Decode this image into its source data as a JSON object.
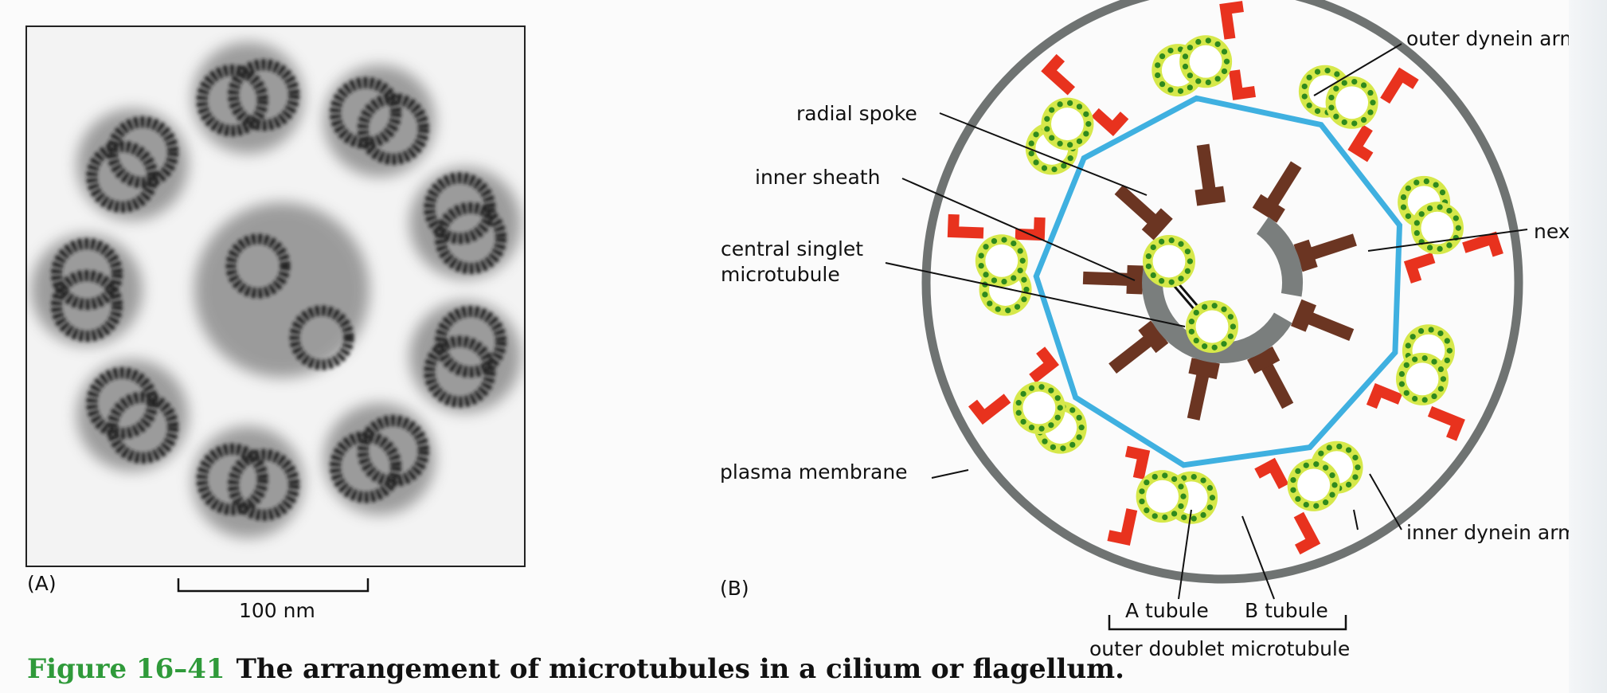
{
  "panel_a": {
    "label": "(A)",
    "scale_bar_label": "100 nm"
  },
  "panel_b": {
    "label": "(B)",
    "labels": {
      "outer_dynein_arm": "outer dynein arm",
      "radial_spoke": "radial spoke",
      "inner_sheath": "inner sheath",
      "central_singlet_line1": "central singlet",
      "central_singlet_line2": "microtubule",
      "nexin": "nexin",
      "plasma_membrane": "plasma membrane",
      "inner_dynein_arm": "inner dynein arm",
      "a_tubule": "A tubule",
      "b_tubule": "B tubule",
      "outer_doublet": "outer doublet microtubule"
    }
  },
  "caption": {
    "figure_number": "Figure 16–41",
    "title": "The arrangement of microtubules in a cilium or flagellum."
  },
  "colors": {
    "membrane": "#6f7372",
    "tubule_ring": "#d6e84a",
    "tubule_dots": "#2f8a1e",
    "dynein": "#e8321e",
    "spoke": "#6b3522",
    "nexin": "#3fb0e0",
    "caption_green": "#2f9a3a"
  }
}
